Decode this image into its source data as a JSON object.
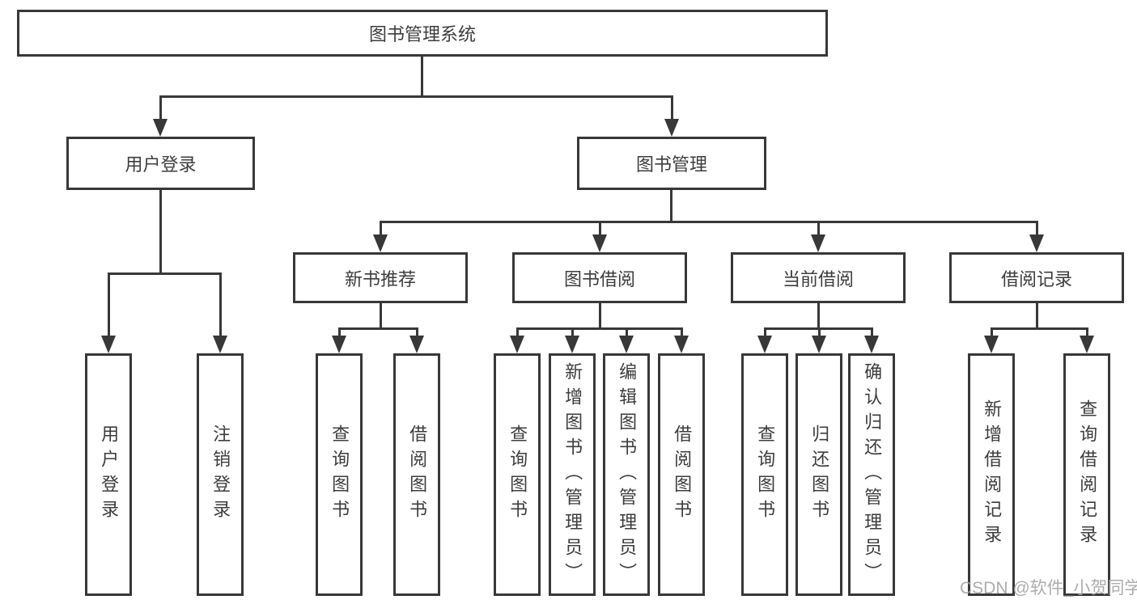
{
  "diagram": {
    "title_node": {
      "label": "图书管理系统"
    },
    "nodes": {
      "user_login": {
        "label": "用户登录"
      },
      "book_mgmt": {
        "label": "图书管理"
      },
      "new_book_rec": {
        "label": "新书推荐"
      },
      "book_borrow": {
        "label": "图书借阅"
      },
      "current_borrow": {
        "label": "当前借阅"
      },
      "borrow_record": {
        "label": "借阅记录"
      }
    },
    "leaves": [
      {
        "parent": "user_login",
        "label": "用户登录"
      },
      {
        "parent": "user_login",
        "label": "注销登录"
      },
      {
        "parent": "new_book_rec",
        "label": "查询图书"
      },
      {
        "parent": "new_book_rec",
        "label": "借阅图书"
      },
      {
        "parent": "book_borrow",
        "label": "查询图书"
      },
      {
        "parent": "book_borrow",
        "label": "新增图书（管理员）"
      },
      {
        "parent": "book_borrow",
        "label": "编辑图书（管理员）"
      },
      {
        "parent": "book_borrow",
        "label": "借阅图书"
      },
      {
        "parent": "current_borrow",
        "label": "查询图书"
      },
      {
        "parent": "current_borrow",
        "label": "归还图书"
      },
      {
        "parent": "current_borrow",
        "label": "确认归还（管理员）"
      },
      {
        "parent": "borrow_record",
        "label": "新增借阅记录"
      },
      {
        "parent": "borrow_record",
        "label": "查询借阅记录"
      }
    ],
    "colors": {
      "line": "#383838",
      "text": "#3d3d3d",
      "background": "#ffffff",
      "watermark_text_color": "#a3a3a3"
    }
  },
  "watermark": "CSDN @软件_小贺同学"
}
